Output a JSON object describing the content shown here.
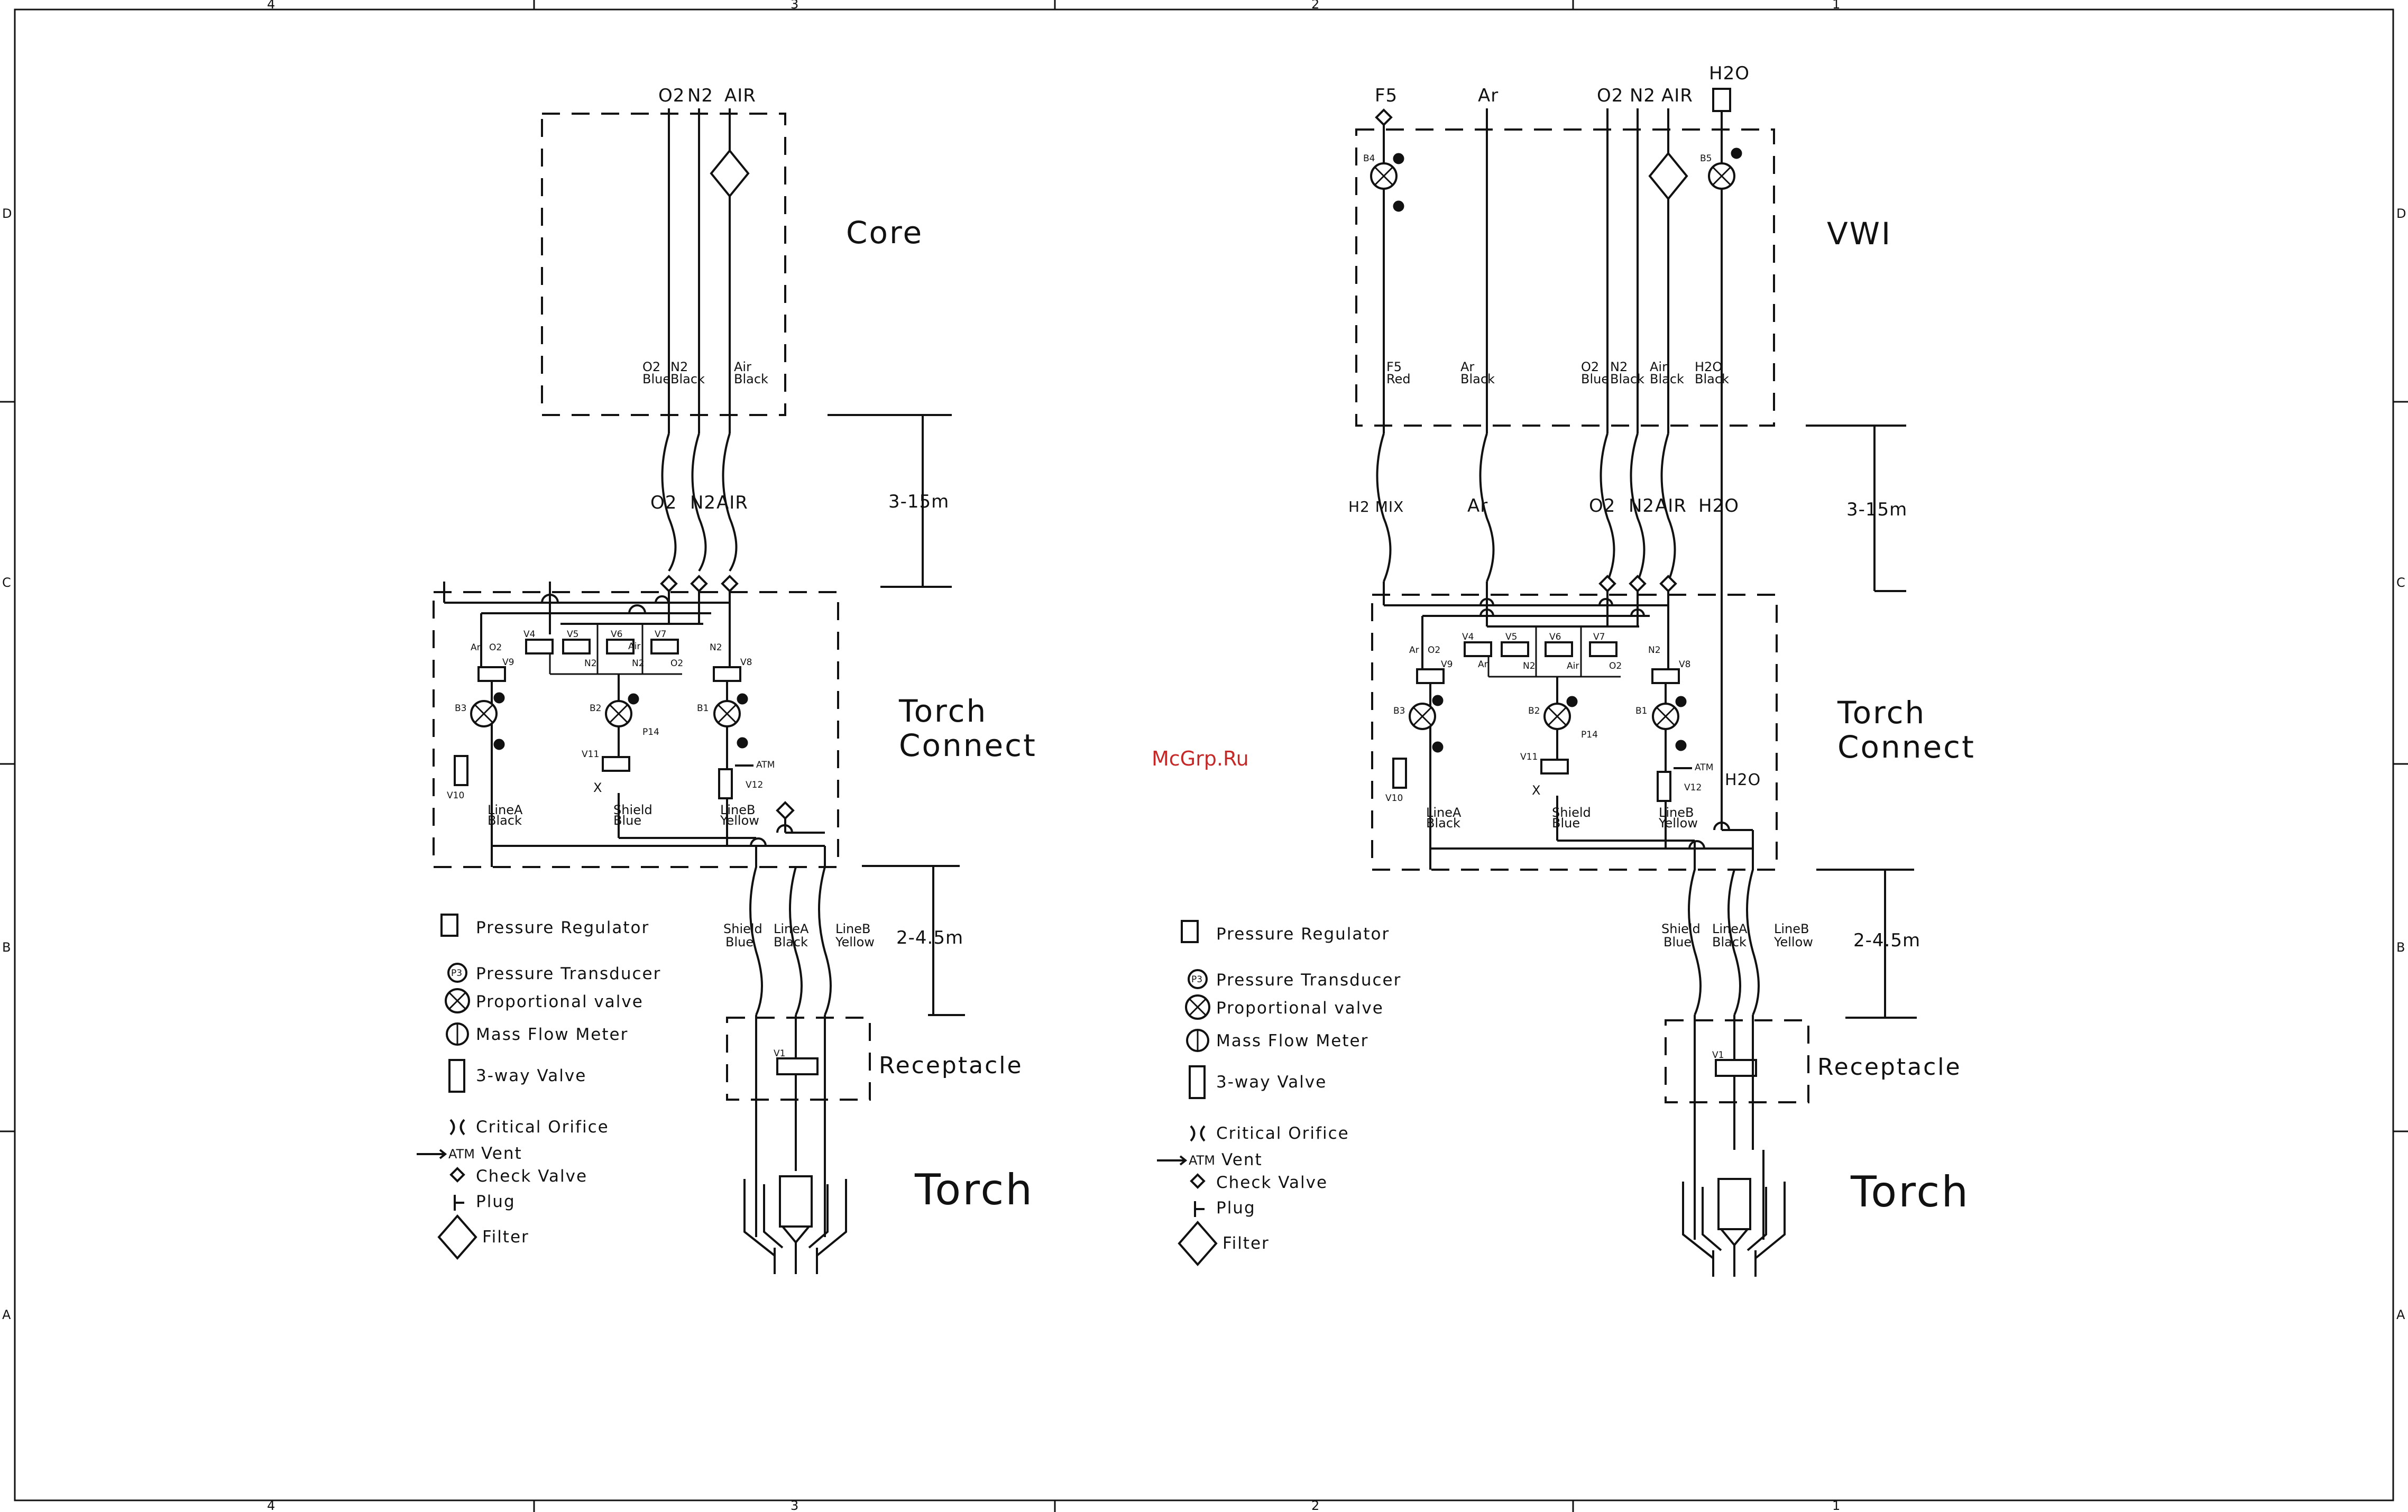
{
  "frame": {
    "col_labels": [
      "4",
      "3",
      "2",
      "1"
    ],
    "row_labels": [
      "D",
      "C",
      "B",
      "A"
    ]
  },
  "watermark": "McGrp.Ru",
  "left": {
    "top_box_label": "Core",
    "inputs": [
      "O2",
      "N2",
      "AIR"
    ],
    "top_line_labels": [
      {
        "name": "O2",
        "color": "Blue"
      },
      {
        "name": "N2",
        "color": "Black"
      },
      {
        "name": "Air",
        "color": "Black"
      }
    ],
    "hose_labels": [
      "O2",
      "N2",
      "AIR"
    ],
    "dim_upper": "3-15m",
    "dim_lower": "2-4.5m",
    "torch_connect_label_1": "Torch",
    "torch_connect_label_2": "Connect",
    "line_labels": [
      {
        "name": "LineA",
        "color": "Black"
      },
      {
        "name": "Shield",
        "color": "Blue"
      },
      {
        "name": "LineB",
        "color": "Yellow"
      }
    ],
    "lower_labels": [
      {
        "name": "Shield",
        "color": "Blue"
      },
      {
        "name": "LineA",
        "color": "Black"
      },
      {
        "name": "LineB",
        "color": "Yellow"
      }
    ],
    "valve_labels": [
      "V4",
      "V5",
      "V6",
      "V7",
      "V8",
      "V9",
      "V10",
      "V11",
      "V12"
    ],
    "mfc_labels": [
      "B3",
      "B2",
      "B1"
    ],
    "gas_small_labels": [
      "Ar",
      "O2",
      "N2",
      "N2",
      "Air",
      "O2",
      "N2"
    ],
    "transducer": "P14",
    "atm": "ATM",
    "receptacle_label": "Receptacle",
    "receptacle_valve": "V1",
    "torch_label": "Torch"
  },
  "right": {
    "top_box_label": "VWI",
    "inputs": [
      "F5",
      "Ar",
      "O2",
      "N2",
      "AIR",
      "H2O"
    ],
    "top_line_labels": [
      {
        "name": "F5",
        "color": "Red"
      },
      {
        "name": "Ar",
        "color": "Black"
      },
      {
        "name": "O2",
        "color": "Blue"
      },
      {
        "name": "N2",
        "color": "Black"
      },
      {
        "name": "Air",
        "color": "Black"
      },
      {
        "name": "H2O",
        "color": "Black"
      }
    ],
    "hose_labels": [
      "H2 MIX",
      "Ar",
      "O2",
      "N2",
      "AIR",
      "H2O"
    ],
    "mfc_top_labels": [
      "B4",
      "B5"
    ],
    "dim_upper": "3-15m",
    "dim_lower": "2-4.5m",
    "torch_connect_label_1": "Torch",
    "torch_connect_label_2": "Connect",
    "h2o_label": "H2O",
    "line_labels": [
      {
        "name": "LineA",
        "color": "Black"
      },
      {
        "name": "Shield",
        "color": "Blue"
      },
      {
        "name": "LineB",
        "color": "Yellow"
      }
    ],
    "lower_labels": [
      {
        "name": "Shield",
        "color": "Blue"
      },
      {
        "name": "LineA",
        "color": "Black"
      },
      {
        "name": "LineB",
        "color": "Yellow"
      }
    ],
    "valve_labels": [
      "V4",
      "V5",
      "V6",
      "V7",
      "V8",
      "V9",
      "V10",
      "V11",
      "V12"
    ],
    "mfc_labels": [
      "B3",
      "B2",
      "B1"
    ],
    "gas_small_labels": [
      "Ar",
      "O2",
      "Ar",
      "N2",
      "Air",
      "O2",
      "N2"
    ],
    "transducer": "P14",
    "atm": "ATM",
    "receptacle_label": "Receptacle",
    "receptacle_valve": "V1",
    "torch_label": "Torch"
  },
  "legend": [
    {
      "symbol": "pressure-regulator",
      "label": "Pressure Regulator"
    },
    {
      "symbol": "pressure-transducer",
      "label": "Pressure Transducer",
      "symbol_text": "P3"
    },
    {
      "symbol": "proportional-valve",
      "label": "Proportional valve"
    },
    {
      "symbol": "mass-flow-meter",
      "label": "Mass Flow Meter"
    },
    {
      "symbol": "three-way-valve",
      "label": "3-way Valve"
    },
    {
      "symbol": "critical-orifice",
      "label": "Critical Orifice"
    },
    {
      "symbol": "atm-vent",
      "label": "Vent",
      "symbol_text": "ATM"
    },
    {
      "symbol": "check-valve",
      "label": "Check Valve"
    },
    {
      "symbol": "plug",
      "label": "Plug"
    },
    {
      "symbol": "filter",
      "label": "Filter"
    }
  ]
}
